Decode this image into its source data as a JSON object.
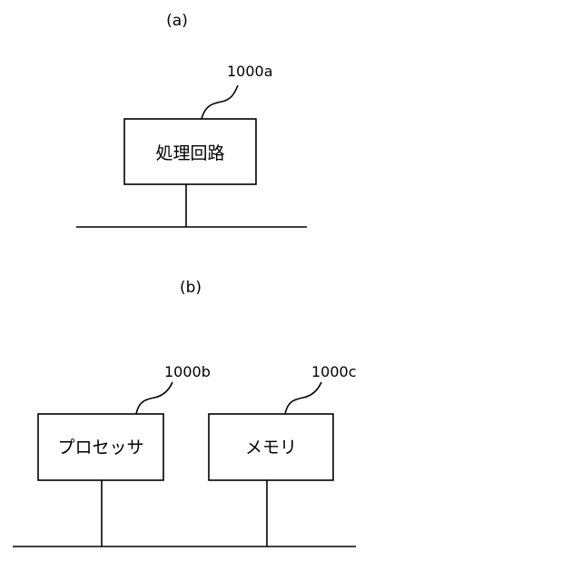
{
  "panel_a": {
    "label": "(a)",
    "processing_circuit": {
      "label": "処理回路",
      "ref": "1000a"
    }
  },
  "panel_b": {
    "label": "(b)",
    "processor": {
      "label": "プロセッサ",
      "ref": "1000b"
    },
    "memory": {
      "label": "メモリ",
      "ref": "1000c"
    }
  },
  "colors": {
    "line": "#000000",
    "background": "#ffffff"
  }
}
